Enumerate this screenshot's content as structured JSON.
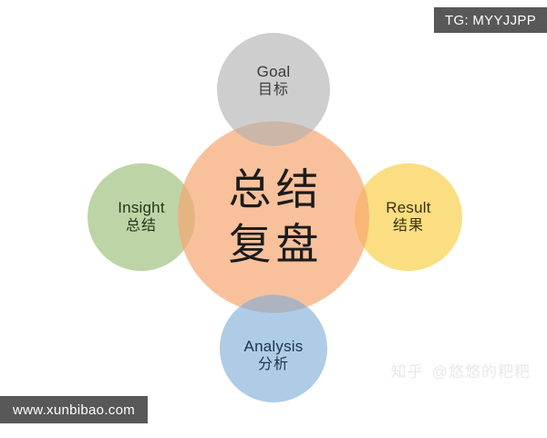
{
  "diagram": {
    "title_en": "",
    "center": {
      "line1": "总结",
      "line2": "复盘",
      "color": "#F6A770"
    },
    "nodes": [
      {
        "id": "goal",
        "position": "top",
        "label_en": "Goal",
        "label_cn": "目标",
        "color": "#D5D5D5"
      },
      {
        "id": "result",
        "position": "right",
        "label_en": "Result",
        "label_cn": "结果",
        "color": "#F8E08A"
      },
      {
        "id": "analysis",
        "position": "bottom",
        "label_en": "Analysis",
        "label_cn": "分析",
        "color": "#AECBE6"
      },
      {
        "id": "insight",
        "position": "left",
        "label_en": "Insight",
        "label_cn": "总结",
        "color": "#BDD6A8"
      }
    ]
  },
  "badges": {
    "telegram": "TG: MYYJJPP",
    "site": "www.xunbibao.com",
    "badge_bg": "#585858"
  },
  "watermark": {
    "brand": "知乎",
    "handle": "@悠悠的粑粑",
    "color": "#E8E8E8"
  }
}
